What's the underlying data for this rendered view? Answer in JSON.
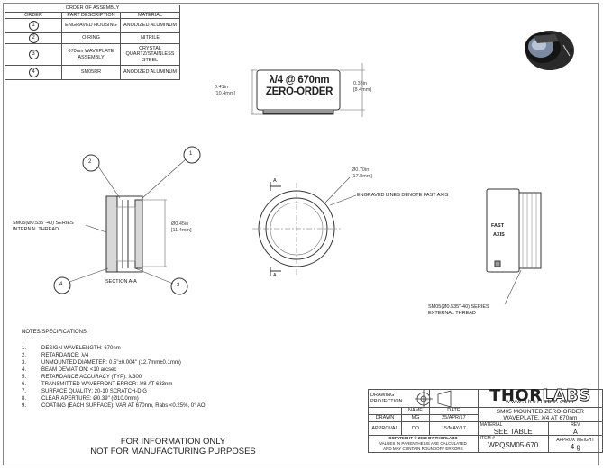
{
  "order_table": {
    "title": "ORDER OF ASSEMBLY",
    "headers": [
      "ORDER",
      "PART DESCRIPTION",
      "MATERIAL"
    ],
    "rows": [
      {
        "order": "1",
        "description": "ENGRAVED HOUSING",
        "material": "ANODIZED ALUMINUM"
      },
      {
        "order": "2",
        "description": "O-RING",
        "material": "NITRILE"
      },
      {
        "order": "3",
        "description": "670nm WAVEPLATE ASSEMBLY",
        "material": "CRYSTAL QUARTZ/STAINLESS STEEL"
      },
      {
        "order": "4",
        "description": "SM05RR",
        "material": "ANODIZED ALUMINUM"
      }
    ]
  },
  "top_view": {
    "engraving_line1": "λ/4 @ 670nm",
    "engraving_line2": "ZERO-ORDER",
    "height_in": "0.41in",
    "height_mm": "[10.4mm]",
    "step_in": "0.33in",
    "step_mm": "[8.4mm]"
  },
  "section_view": {
    "callout_1": "1",
    "callout_2": "2",
    "callout_3": "3",
    "callout_4": "4",
    "thread_label_1": "SM05(Ø0.535\"-40) SERIES",
    "thread_label_2": "INTERNAL THREAD",
    "dia_in": "Ø0.45in",
    "dia_mm": "[11.4mm]",
    "section_label": "SECTION A-A"
  },
  "front_view": {
    "dia_in": "Ø0.70in",
    "dia_mm": "[17.8mm]",
    "section_mark_top": "A",
    "section_mark_bottom": "A",
    "engraving_note": "ENGRAVED LINES DENOTE FAST AXIS"
  },
  "side_view": {
    "fast_label": "FAST",
    "axis_label": "AXIS",
    "ext_thread_1": "SM05(Ø0.535\"-40) SERIES",
    "ext_thread_2": "EXTERNAL THREAD"
  },
  "notes": {
    "heading": "NOTES/SPECIFICATIONS:",
    "items": [
      {
        "num": "1.",
        "text": "DESIGN WAVELENGTH: 670nm"
      },
      {
        "num": "2.",
        "text": "RETARDANCE: λ/4"
      },
      {
        "num": "3.",
        "text": "UNMOUNTED DIAMETER: 0.5\"±0.004\" (12.7mm±0.1mm)"
      },
      {
        "num": "4.",
        "text": "BEAM DEVIATION: <10 arcsec"
      },
      {
        "num": "5.",
        "text": "RETARDANCE ACCURACY (TYP): λ/300"
      },
      {
        "num": "6.",
        "text": "TRANSMITTED WAVEFRONT ERROR: λ/8 AT 633nm"
      },
      {
        "num": "7.",
        "text": "SURFACE QUALITY: 20-10 SCRATCH-DIG"
      },
      {
        "num": "8.",
        "text": "CLEAR APERTURE: Ø0.39\" (Ø10.0mm)"
      },
      {
        "num": "9.",
        "text": "COATING (EACH SURFACE): VAR AT 670nm, Rabs <0.25%, 0° AOI"
      }
    ]
  },
  "disclaimer": {
    "line1": "FOR INFORMATION ONLY",
    "line2": "NOT FOR MANUFACTURING PURPOSES"
  },
  "title_block": {
    "drawing_projection_1": "DRAWING",
    "drawing_projection_2": "PROJECTION",
    "name_header": "NAME",
    "date_header": "DATE",
    "drawn_label": "DRAWN",
    "drawn_name": "MG",
    "drawn_date": "25/APR/17",
    "approval_label": "APPROVAL",
    "approval_name": "DD",
    "approval_date": "15/MAY/17",
    "copyright": "COPYRIGHT © 2019 BY THORLABS",
    "rounding_note_1": "VALUES IN PARENTHESIS ARE CALCULATED",
    "rounding_note_2": "AND MAY CONTAIN ROUNDOFF ERRORS",
    "brand_thor": "THOR",
    "brand_labs": "LABS",
    "website": "www.thorlabs.com",
    "description_1": "SM05 MOUNTED ZERO-ORDER",
    "description_2": "WAVEPLATE, λ/4 AT 670nm",
    "material_label": "MATERIAL",
    "material_value": "SEE TABLE",
    "rev_label": "REV",
    "rev_value": "A",
    "item_label": "ITEM #",
    "item_value": "WPQSM05-670",
    "weight_label": "APPROX WEIGHT",
    "weight_value": "4 g"
  }
}
